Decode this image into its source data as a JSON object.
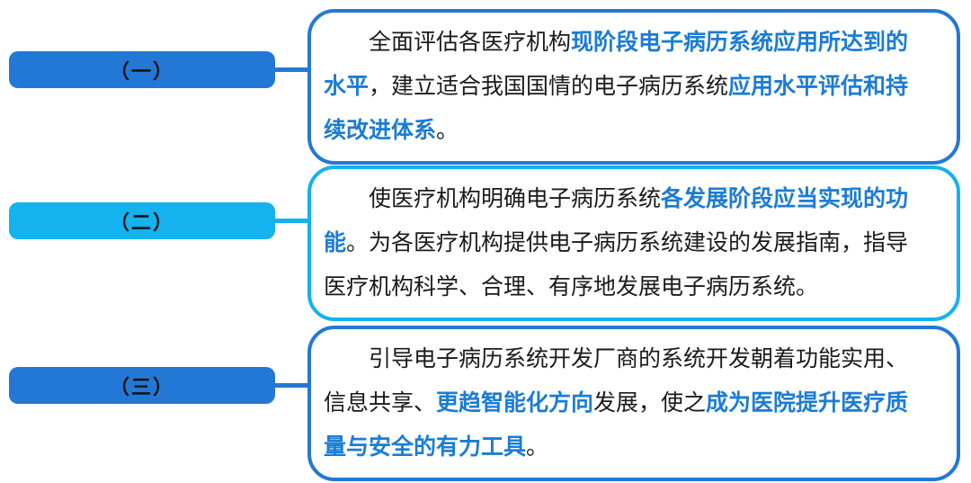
{
  "palette": {
    "blue": "#2478d5",
    "cyan": "#14b2ef",
    "text_blue": "#1b7cd4",
    "text_black": "#1a1a1a"
  },
  "rows": [
    {
      "label": "（一）",
      "theme": "blue",
      "segments": [
        {
          "t": "全面评估各医疗机构",
          "b": false
        },
        {
          "t": "现阶段电子病历系统应用所达到的水平",
          "b": true
        },
        {
          "t": "，建立适合我国国情的电子病历系统",
          "b": false
        },
        {
          "t": "应用水平评估和持续改进体系",
          "b": true
        },
        {
          "t": "。",
          "b": false
        }
      ]
    },
    {
      "label": "（二）",
      "theme": "cyan",
      "segments": [
        {
          "t": "使医疗机构明确电子病历系统",
          "b": false
        },
        {
          "t": "各发展阶段应当实现的功能",
          "b": true
        },
        {
          "t": "。为各医疗机构提供电子病历系统建设的发展指南，指导医疗机构科学、合理、有序地发展电子病历系统。",
          "b": false
        }
      ]
    },
    {
      "label": "（三）",
      "theme": "blue",
      "segments": [
        {
          "t": "引导电子病历系统开发厂商的系统开发朝着功能实用、信息共享、",
          "b": false
        },
        {
          "t": "更趋智能化方向",
          "b": true
        },
        {
          "t": "发展，使之",
          "b": false
        },
        {
          "t": "成为医院提升医疗质量与安全的有力工具",
          "b": true
        },
        {
          "t": "。",
          "b": false
        }
      ]
    }
  ]
}
